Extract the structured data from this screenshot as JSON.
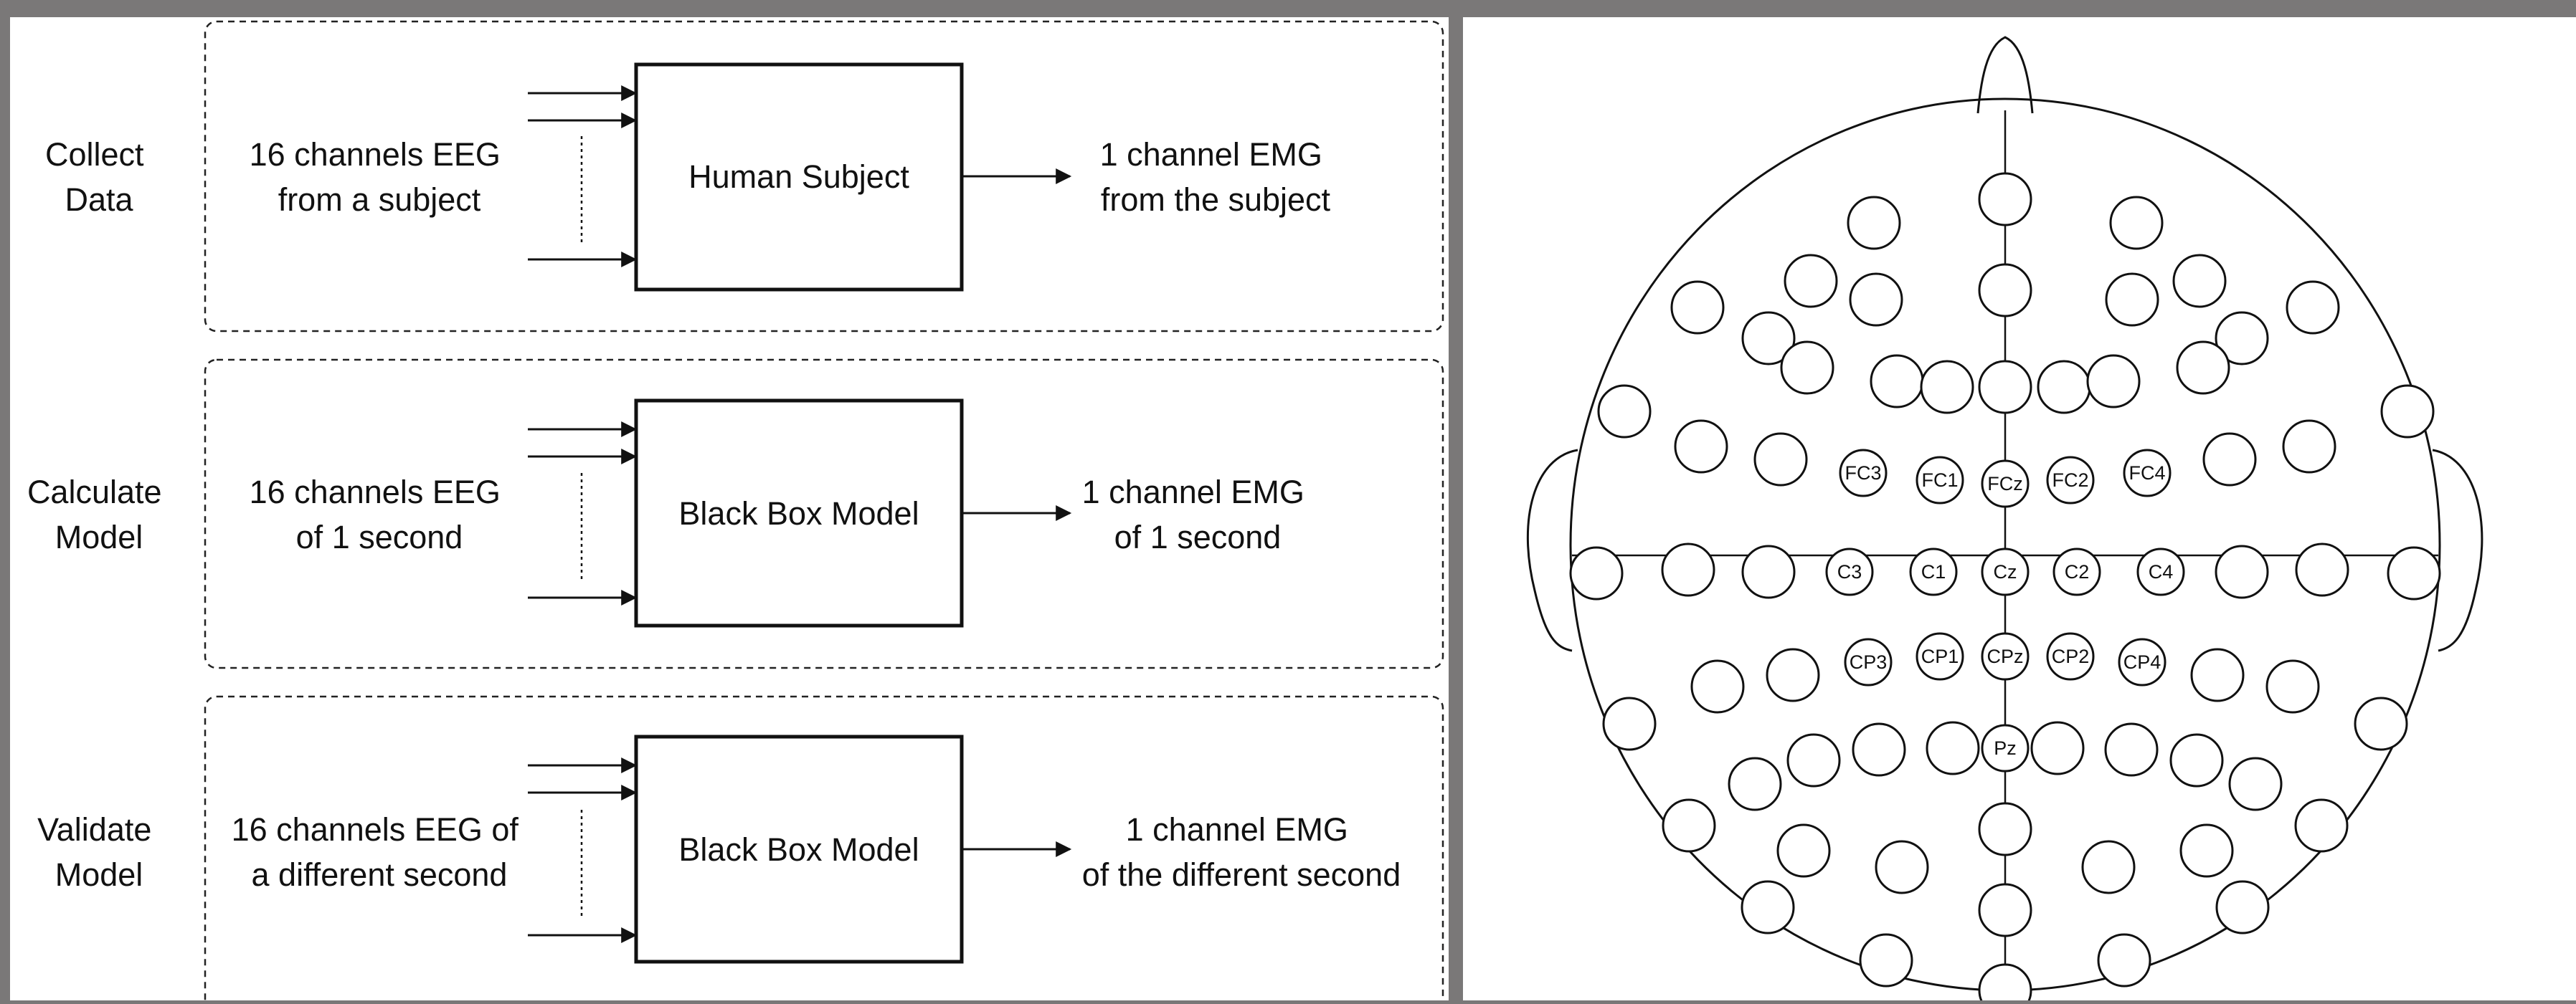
{
  "rows": [
    {
      "stage": [
        "Collect",
        "Data"
      ],
      "input": [
        "16 channels EEG",
        "from a subject"
      ],
      "box": "Human Subject",
      "output": [
        "1 channel EMG",
        "from the subject"
      ]
    },
    {
      "stage": [
        "Calculate",
        "Model"
      ],
      "input": [
        "16 channels EEG",
        "of 1 second"
      ],
      "box": "Black Box Model",
      "output": [
        "1 channel EMG",
        "of 1 second"
      ]
    },
    {
      "stage": [
        "Validate",
        "Model"
      ],
      "input": [
        "16 channels EEG of",
        "a different second"
      ],
      "box": "Black Box Model",
      "output": [
        "1 channel EMG",
        "of the different second"
      ]
    }
  ],
  "electrode_labels": {
    "fc3": "FC3",
    "fc1": "FC1",
    "fcz": "FCz",
    "fc2": "FC2",
    "fc4": "FC4",
    "c3": "C3",
    "c1": "C1",
    "cz": "Cz",
    "c2": "C2",
    "c4": "C4",
    "cp3": "CP3",
    "cp1": "CP1",
    "cpz": "CPz",
    "cp2": "CP2",
    "cp4": "CP4",
    "pz": "Pz"
  },
  "colors": {
    "background": "#7a7878",
    "panel": "#ffffff",
    "ink": "#111111"
  }
}
